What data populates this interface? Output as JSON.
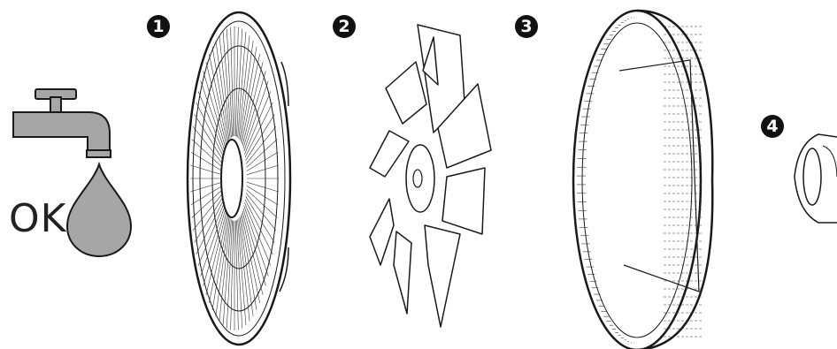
{
  "wash_note": {
    "text": "OK",
    "icons": [
      "faucet-icon",
      "water-drop-icon"
    ],
    "icon_color": "#a6a6a6"
  },
  "parts": [
    {
      "number": "1",
      "icon": "front-grille-icon"
    },
    {
      "number": "2",
      "icon": "fan-blade-icon"
    },
    {
      "number": "3",
      "icon": "rear-grille-icon"
    },
    {
      "number": "4",
      "icon": "spinner-cap-icon"
    }
  ]
}
